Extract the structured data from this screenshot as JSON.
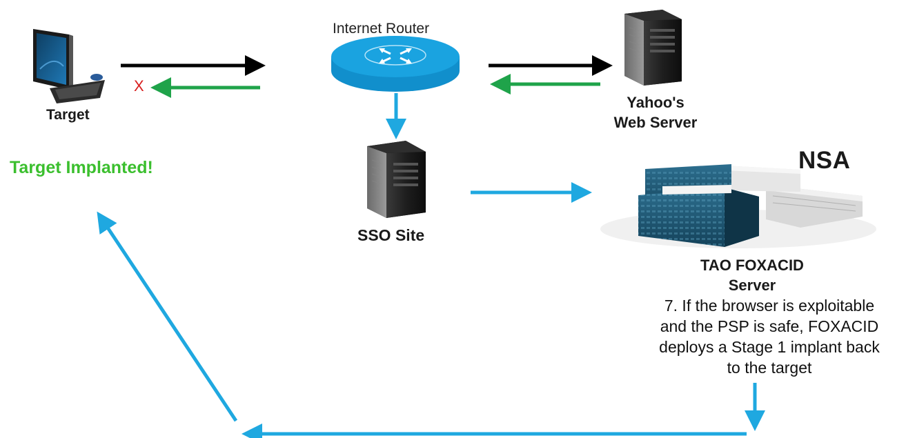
{
  "nodes": {
    "router": {
      "label": "Internet Router"
    },
    "target": {
      "label": "Target"
    },
    "yahoo": {
      "label_line1": "Yahoo's",
      "label_line2": "Web Server"
    },
    "sso": {
      "label": "SSO Site"
    },
    "nsa": {
      "org": "NSA",
      "label_line1": "TAO FOXACID",
      "label_line2": "Server"
    }
  },
  "annotations": {
    "step": [
      "7. If the browser is exploitable",
      "and the PSP is safe, FOXACID",
      "deploys a Stage 1 implant back",
      "to the target"
    ],
    "status": "Target Implanted!",
    "blocked_mark": "X"
  },
  "colors": {
    "request_arrow": "#000000",
    "response_arrow": "#1fa34a",
    "flow_arrow": "#1fa8e0",
    "router_blue": "#1aa3e0",
    "status_green": "#3bbf2e",
    "blocked_red": "#d82020"
  },
  "icons": {
    "target": "desktop-computer-icon",
    "router": "router-icon",
    "yahoo": "server-tower-icon",
    "sso": "server-tower-icon",
    "nsa": "building-icon"
  }
}
